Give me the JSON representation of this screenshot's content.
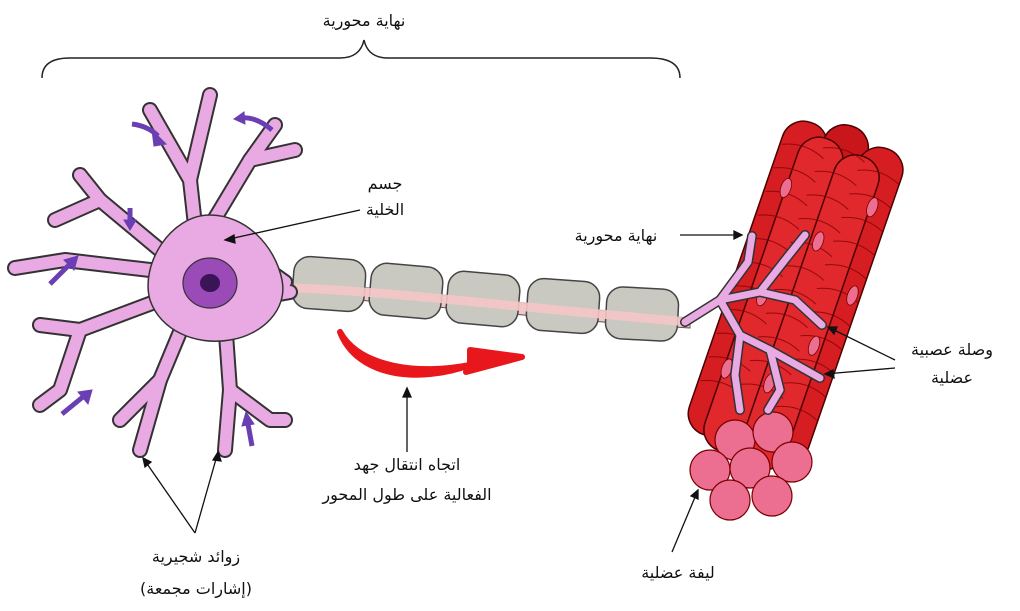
{
  "labels": {
    "top_bracket": "نهاية محورية",
    "cell_body_line1": "جسم",
    "cell_body_line2": "الخلية",
    "axon_terminal_right": "نهاية محورية",
    "nmj_line1": "وصلة عصبية",
    "nmj_line2": "عضلية",
    "impulse_line1": "اتجاه انتقال جهد",
    "impulse_line2": "الفعالية على طول المحور",
    "dendrites_line1": "زوائد شجيرية",
    "dendrites_line2": "(إشارات مجمعة)",
    "muscle_fiber": "ليفة عضلية"
  },
  "colors": {
    "neuron_fill": "#e9a9e3",
    "nucleus": "#9b4bb7",
    "nucleolus": "#3a1456",
    "myelin": "#c9c8c1",
    "axon_core": "#f4c7c7",
    "signal_arrows": "#6a3fb3",
    "impulse_arrow": "#e8171c",
    "muscle_red": "#d51d22",
    "muscle_pink": "#ec6e90"
  }
}
